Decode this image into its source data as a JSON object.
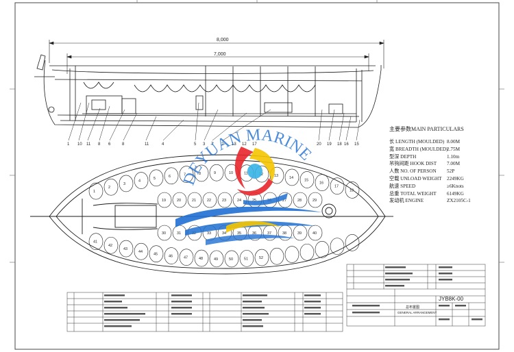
{
  "drawing": {
    "dimensions": {
      "overall": "8,000",
      "inner": "7,000"
    },
    "callouts_top": [
      "1",
      "10",
      "11",
      "8",
      "6",
      "8",
      "11",
      "4",
      "5",
      "3",
      "7",
      "2",
      "13",
      "12",
      "17"
    ],
    "callouts_right": [
      "20",
      "19",
      "18",
      "16",
      "15"
    ],
    "seat_numbers": [
      "1",
      "2",
      "3",
      "4",
      "5",
      "6",
      "7",
      "8",
      "9",
      "10",
      "11",
      "12",
      "13",
      "14",
      "15",
      "16",
      "17",
      "18",
      "19",
      "20",
      "21",
      "22",
      "23",
      "24",
      "25",
      "26",
      "27",
      "28",
      "29",
      "30",
      "31",
      "32",
      "33",
      "34",
      "35",
      "36",
      "37",
      "38",
      "39",
      "40",
      "41",
      "42",
      "43",
      "44",
      "45",
      "46",
      "47",
      "48",
      "49",
      "50",
      "51",
      "52"
    ]
  },
  "watermark": {
    "text": "DEYUAN MARINE",
    "colors": {
      "red": "#e8262b",
      "blue": "#1f6fd1",
      "yellow": "#f5c400",
      "cyan": "#36b3e6"
    }
  },
  "particulars": {
    "title": "主要参数MAIN PARTICULARS",
    "rows": [
      {
        "label": "长 LENGTH (MOULDED)",
        "value": "8.00M"
      },
      {
        "label": "宽 BREADTH (MOULDED)",
        "value": "2.75M"
      },
      {
        "label": "型深 DEPTH",
        "value": "1.10m"
      },
      {
        "label": "吊钩间距 HOOK DIST",
        "value": "7.00M"
      },
      {
        "label": "人数 NO. OF PERSON",
        "value": "52P"
      },
      {
        "label": "空载 UNLOAD WEIGHT",
        "value": "2249KG"
      },
      {
        "label": "航速 SPEED",
        "value": "≥6Knots"
      },
      {
        "label": "总重 TOTAL WEIGHT",
        "value": "6149KG"
      },
      {
        "label": "发动机 ENGINE",
        "value": "ZX2105C-1"
      }
    ]
  },
  "title_block": {
    "drawing_no": "JYB8K-00",
    "title_cn": "总布置图",
    "title_en": "GENERAL ARRANGEMENT"
  },
  "colors": {
    "line": "#1a1a1a",
    "frame": "#333333"
  }
}
